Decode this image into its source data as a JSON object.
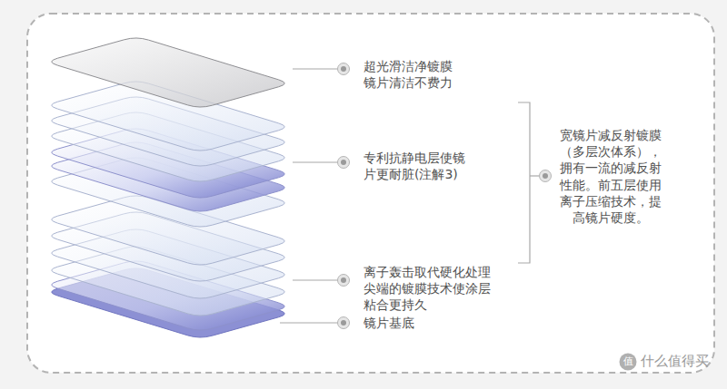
{
  "diagram": {
    "labels": [
      "超光滑洁净镀膜 镜片清洁不费力",
      "专利抗静电层使镜片更耐脏(注解3)",
      "离子轰击取代硬化处理尖端的镀膜技术使涂层粘合更持久",
      "镜片基底",
      "宽镜片减反射镀膜（多层次体系），拥有一流的减反射性能。前五层使用离子压缩技术，提高镜片硬度。",
      "值",
      "什么值得买"
    ]
  }
}
